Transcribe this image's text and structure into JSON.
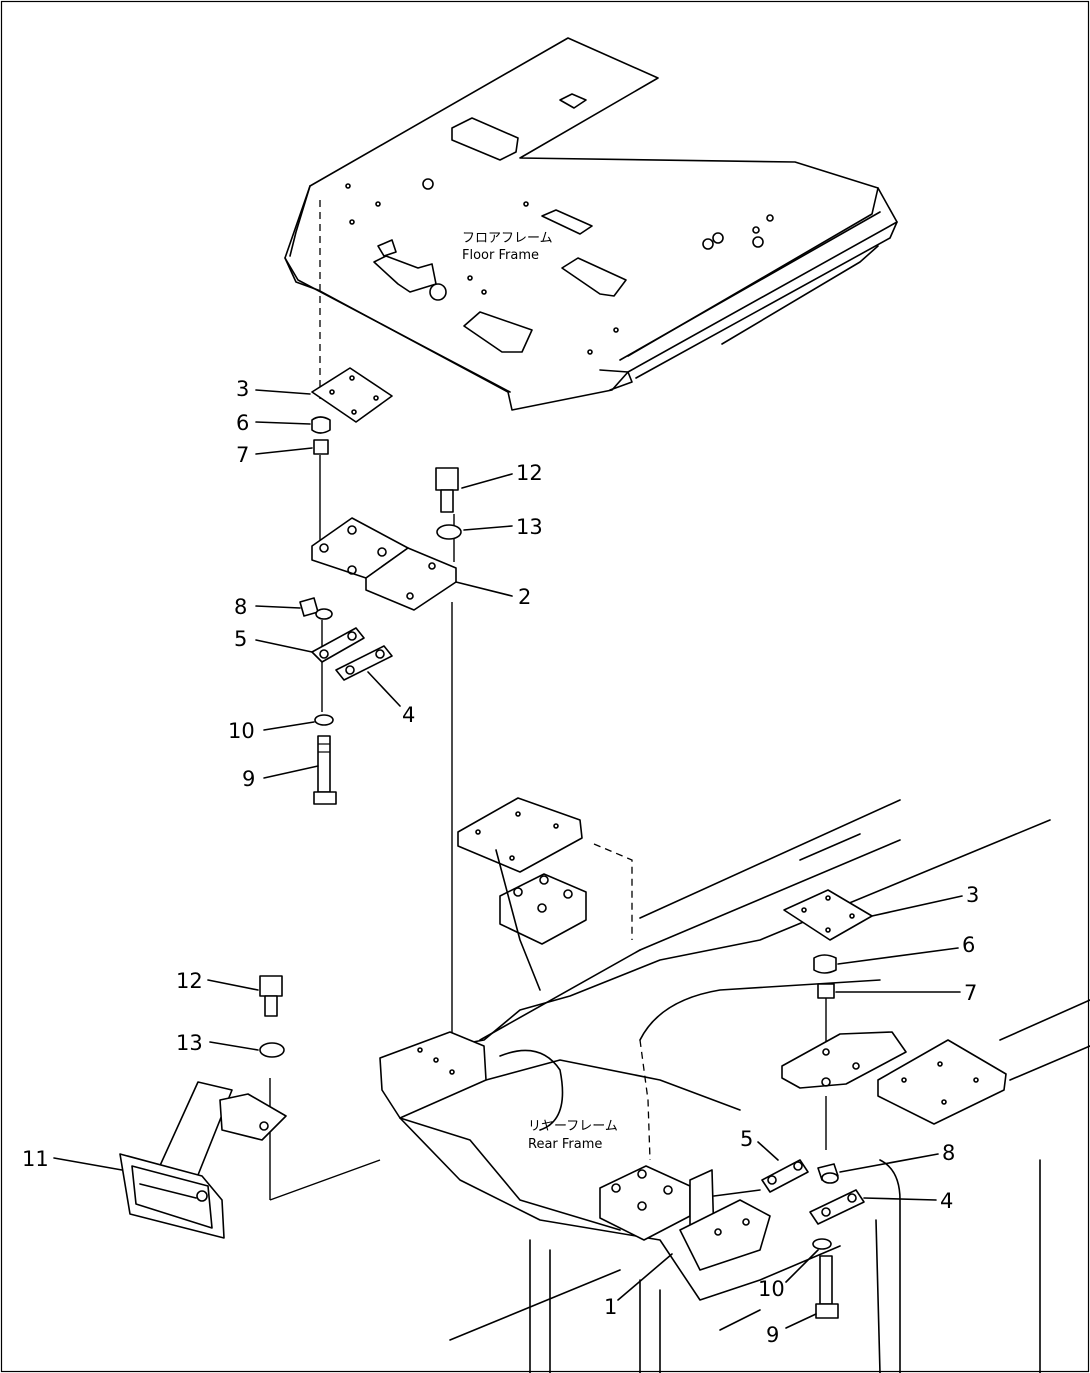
{
  "frame_labels": {
    "floor_frame_jp": "フロアフレーム",
    "floor_frame_en": "Floor Frame",
    "rear_frame_jp": "リヤーフレーム",
    "rear_frame_en": "Rear Frame"
  },
  "callouts": {
    "upper_3": "3",
    "upper_6": "6",
    "upper_7": "7",
    "upper_12": "12",
    "upper_13": "13",
    "upper_2": "2",
    "upper_8": "8",
    "upper_5": "5",
    "upper_4": "4",
    "upper_10": "10",
    "upper_9": "9",
    "lower_3": "3",
    "lower_6": "6",
    "lower_7": "7",
    "lower_5": "5",
    "lower_8": "8",
    "lower_4": "4",
    "lower_10": "10",
    "lower_9": "9",
    "lower_1": "1",
    "left_12": "12",
    "left_13": "13",
    "left_11": "11"
  }
}
